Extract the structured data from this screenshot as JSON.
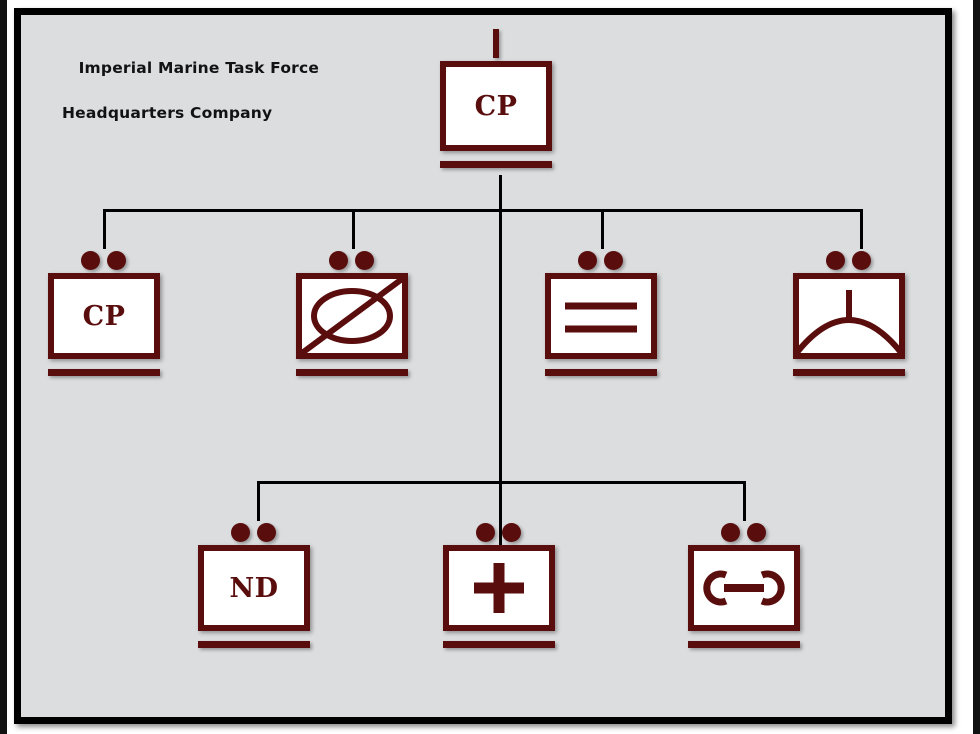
{
  "document": {
    "title_line1": "Imperial Marine Task Force",
    "title_line2": "Headquarters Company",
    "palette": {
      "symbol_red": "#5a0d0d",
      "panel_background": "#dcdddf",
      "frame_black": "#000000",
      "box_fill": "#ffffff"
    }
  },
  "chart_data": {
    "type": "org-chart",
    "orientation": "top-down",
    "root": "headquarters-company",
    "echelon_markers": {
      "vertical_bar": "company",
      "two_dots": "platoon"
    },
    "nodes": [
      {
        "id": "headquarters-company",
        "label": "CP",
        "symbol": "text",
        "echelon": "company",
        "marker": "bar",
        "row": 0
      },
      {
        "id": "command-post-platoon",
        "label": "CP",
        "symbol": "text",
        "echelon": "platoon",
        "marker": "dots",
        "row": 1
      },
      {
        "id": "reconnaissance-platoon",
        "label": "",
        "symbol": "recon-ellipse-slash",
        "echelon": "platoon",
        "marker": "dots",
        "row": 1
      },
      {
        "id": "signal-platoon",
        "label": "",
        "symbol": "signal-double-bar",
        "echelon": "platoon",
        "marker": "dots",
        "row": 1
      },
      {
        "id": "air-defense-platoon",
        "label": "",
        "symbol": "arc-with-stem",
        "echelon": "platoon",
        "marker": "dots",
        "row": 1
      },
      {
        "id": "nd-platoon",
        "label": "ND",
        "symbol": "text",
        "echelon": "platoon",
        "marker": "dots",
        "row": 2
      },
      {
        "id": "medical-platoon",
        "label": "",
        "symbol": "medical-cross",
        "echelon": "platoon",
        "marker": "dots",
        "row": 2
      },
      {
        "id": "maintenance-platoon",
        "label": "",
        "symbol": "wrench",
        "echelon": "platoon",
        "marker": "dots",
        "row": 2
      }
    ],
    "edges": [
      {
        "from": "headquarters-company",
        "to": "command-post-platoon"
      },
      {
        "from": "headquarters-company",
        "to": "reconnaissance-platoon"
      },
      {
        "from": "headquarters-company",
        "to": "signal-platoon"
      },
      {
        "from": "headquarters-company",
        "to": "air-defense-platoon"
      },
      {
        "from": "headquarters-company",
        "to": "nd-platoon"
      },
      {
        "from": "headquarters-company",
        "to": "medical-platoon"
      },
      {
        "from": "headquarters-company",
        "to": "maintenance-platoon"
      }
    ]
  }
}
